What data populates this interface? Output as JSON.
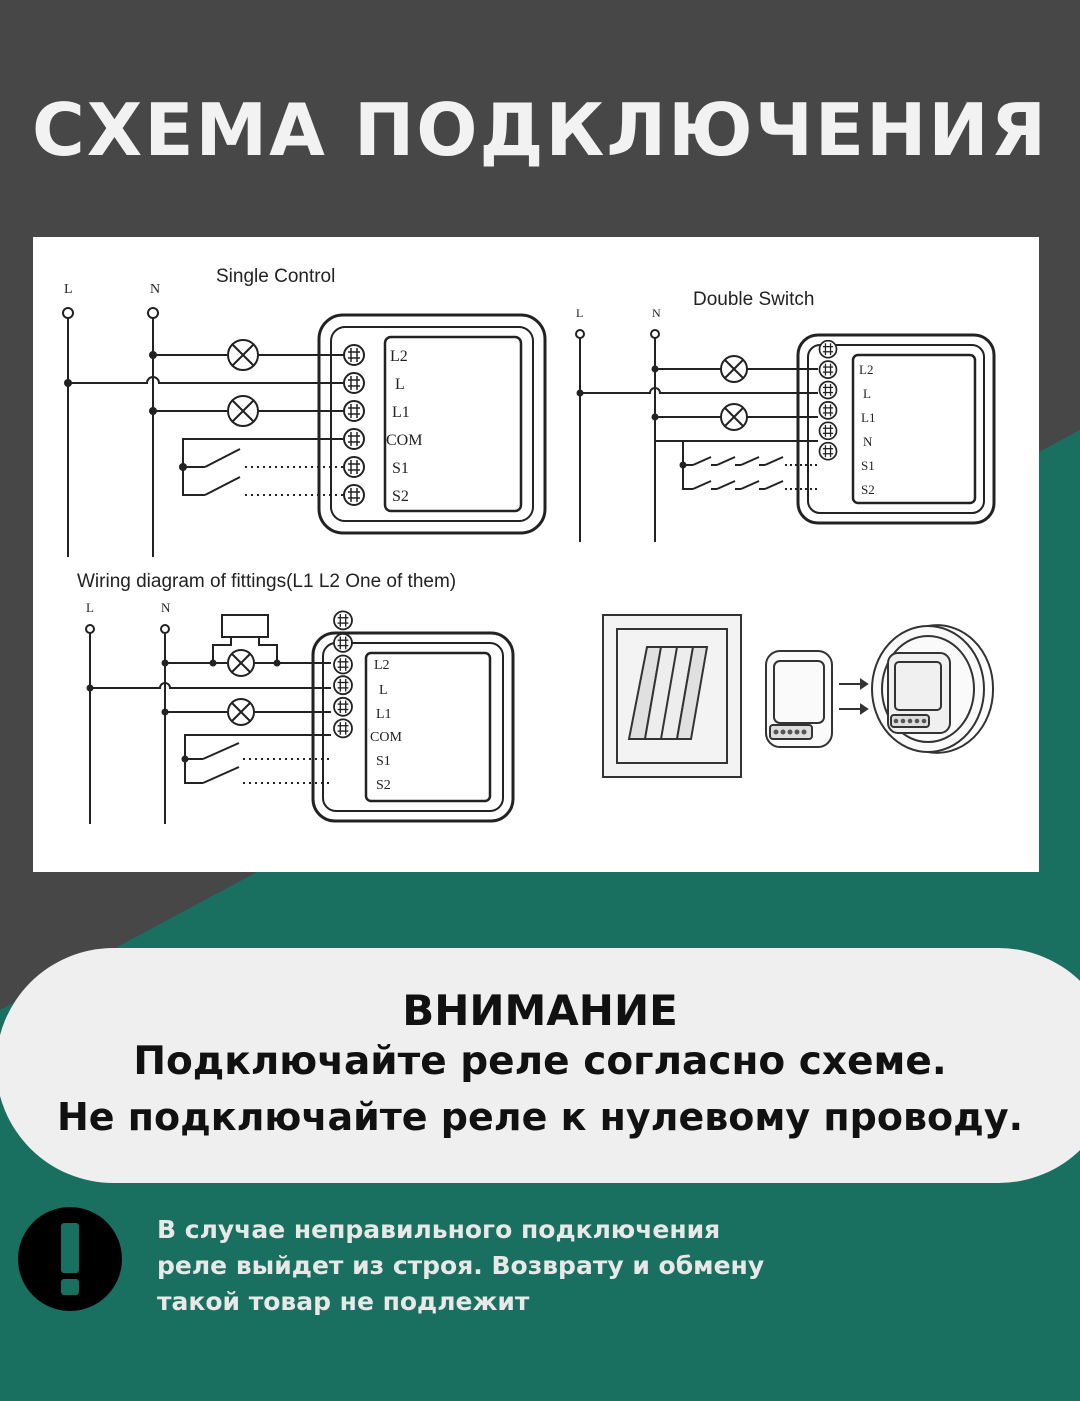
{
  "title": "СХЕМА ПОДКЛЮЧЕНИЯ",
  "colors": {
    "dark_bg": "#474747",
    "green_bg": "#1a7060",
    "panel": "#ffffff",
    "notice": "#efefef"
  },
  "diagrams": {
    "single": {
      "caption": "Single Control",
      "wire_l": "L",
      "wire_n": "N",
      "terminals": [
        "L2",
        "L",
        "L1",
        "COM",
        "S1",
        "S2"
      ]
    },
    "double": {
      "caption": "Double Switch",
      "wire_l": "L",
      "wire_n": "N",
      "terminals": [
        "L2",
        "L",
        "L1",
        "N",
        "S1",
        "S2"
      ]
    },
    "fittings": {
      "caption": "Wiring diagram of fittings(L1 L2 One of them)",
      "wire_l": "L",
      "wire_n": "N",
      "terminals": [
        "L2",
        "L",
        "L1",
        "COM",
        "S1",
        "S2"
      ]
    }
  },
  "notice": {
    "heading": "ВНИМАНИЕ",
    "line1": "Подключайте реле согласно схеме.",
    "line2": "Не подключайте реле к нулевому проводу."
  },
  "warning_icon": "exclamation-icon",
  "disclaimer": {
    "line1": "В случае неправильного подключения",
    "line2": "реле выйдет из строя. Возврату и обмену",
    "line3": "такой товар не подлежит"
  }
}
